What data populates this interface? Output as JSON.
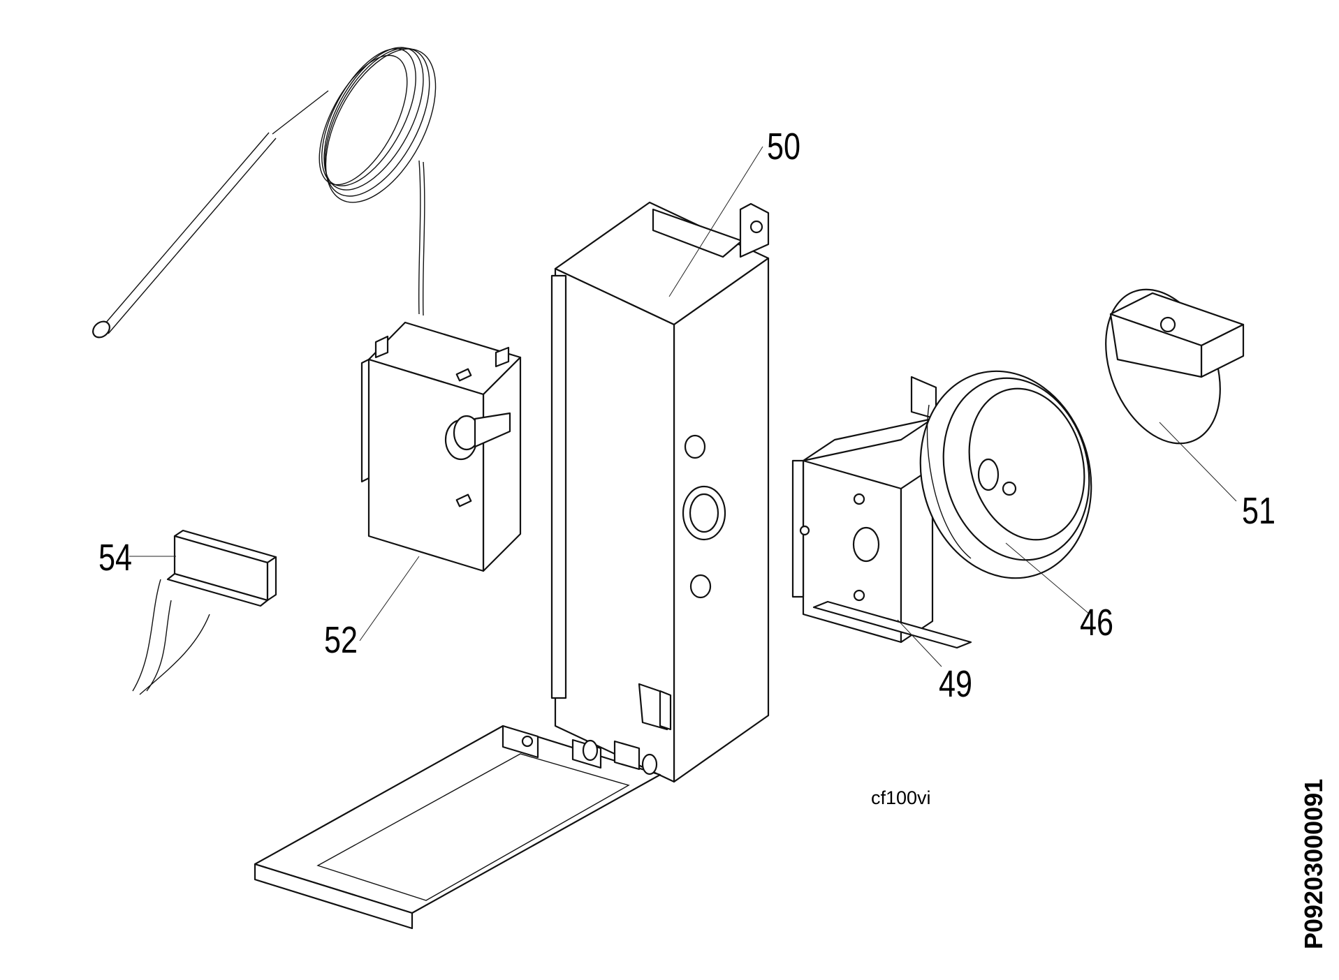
{
  "drawing_code": "cf100vi",
  "document_id": "P09203000091",
  "callouts": [
    {
      "id": "50",
      "text": "50"
    },
    {
      "id": "51",
      "text": "51"
    },
    {
      "id": "46",
      "text": "46"
    },
    {
      "id": "49",
      "text": "49"
    },
    {
      "id": "52",
      "text": "52"
    },
    {
      "id": "54",
      "text": "54"
    }
  ]
}
